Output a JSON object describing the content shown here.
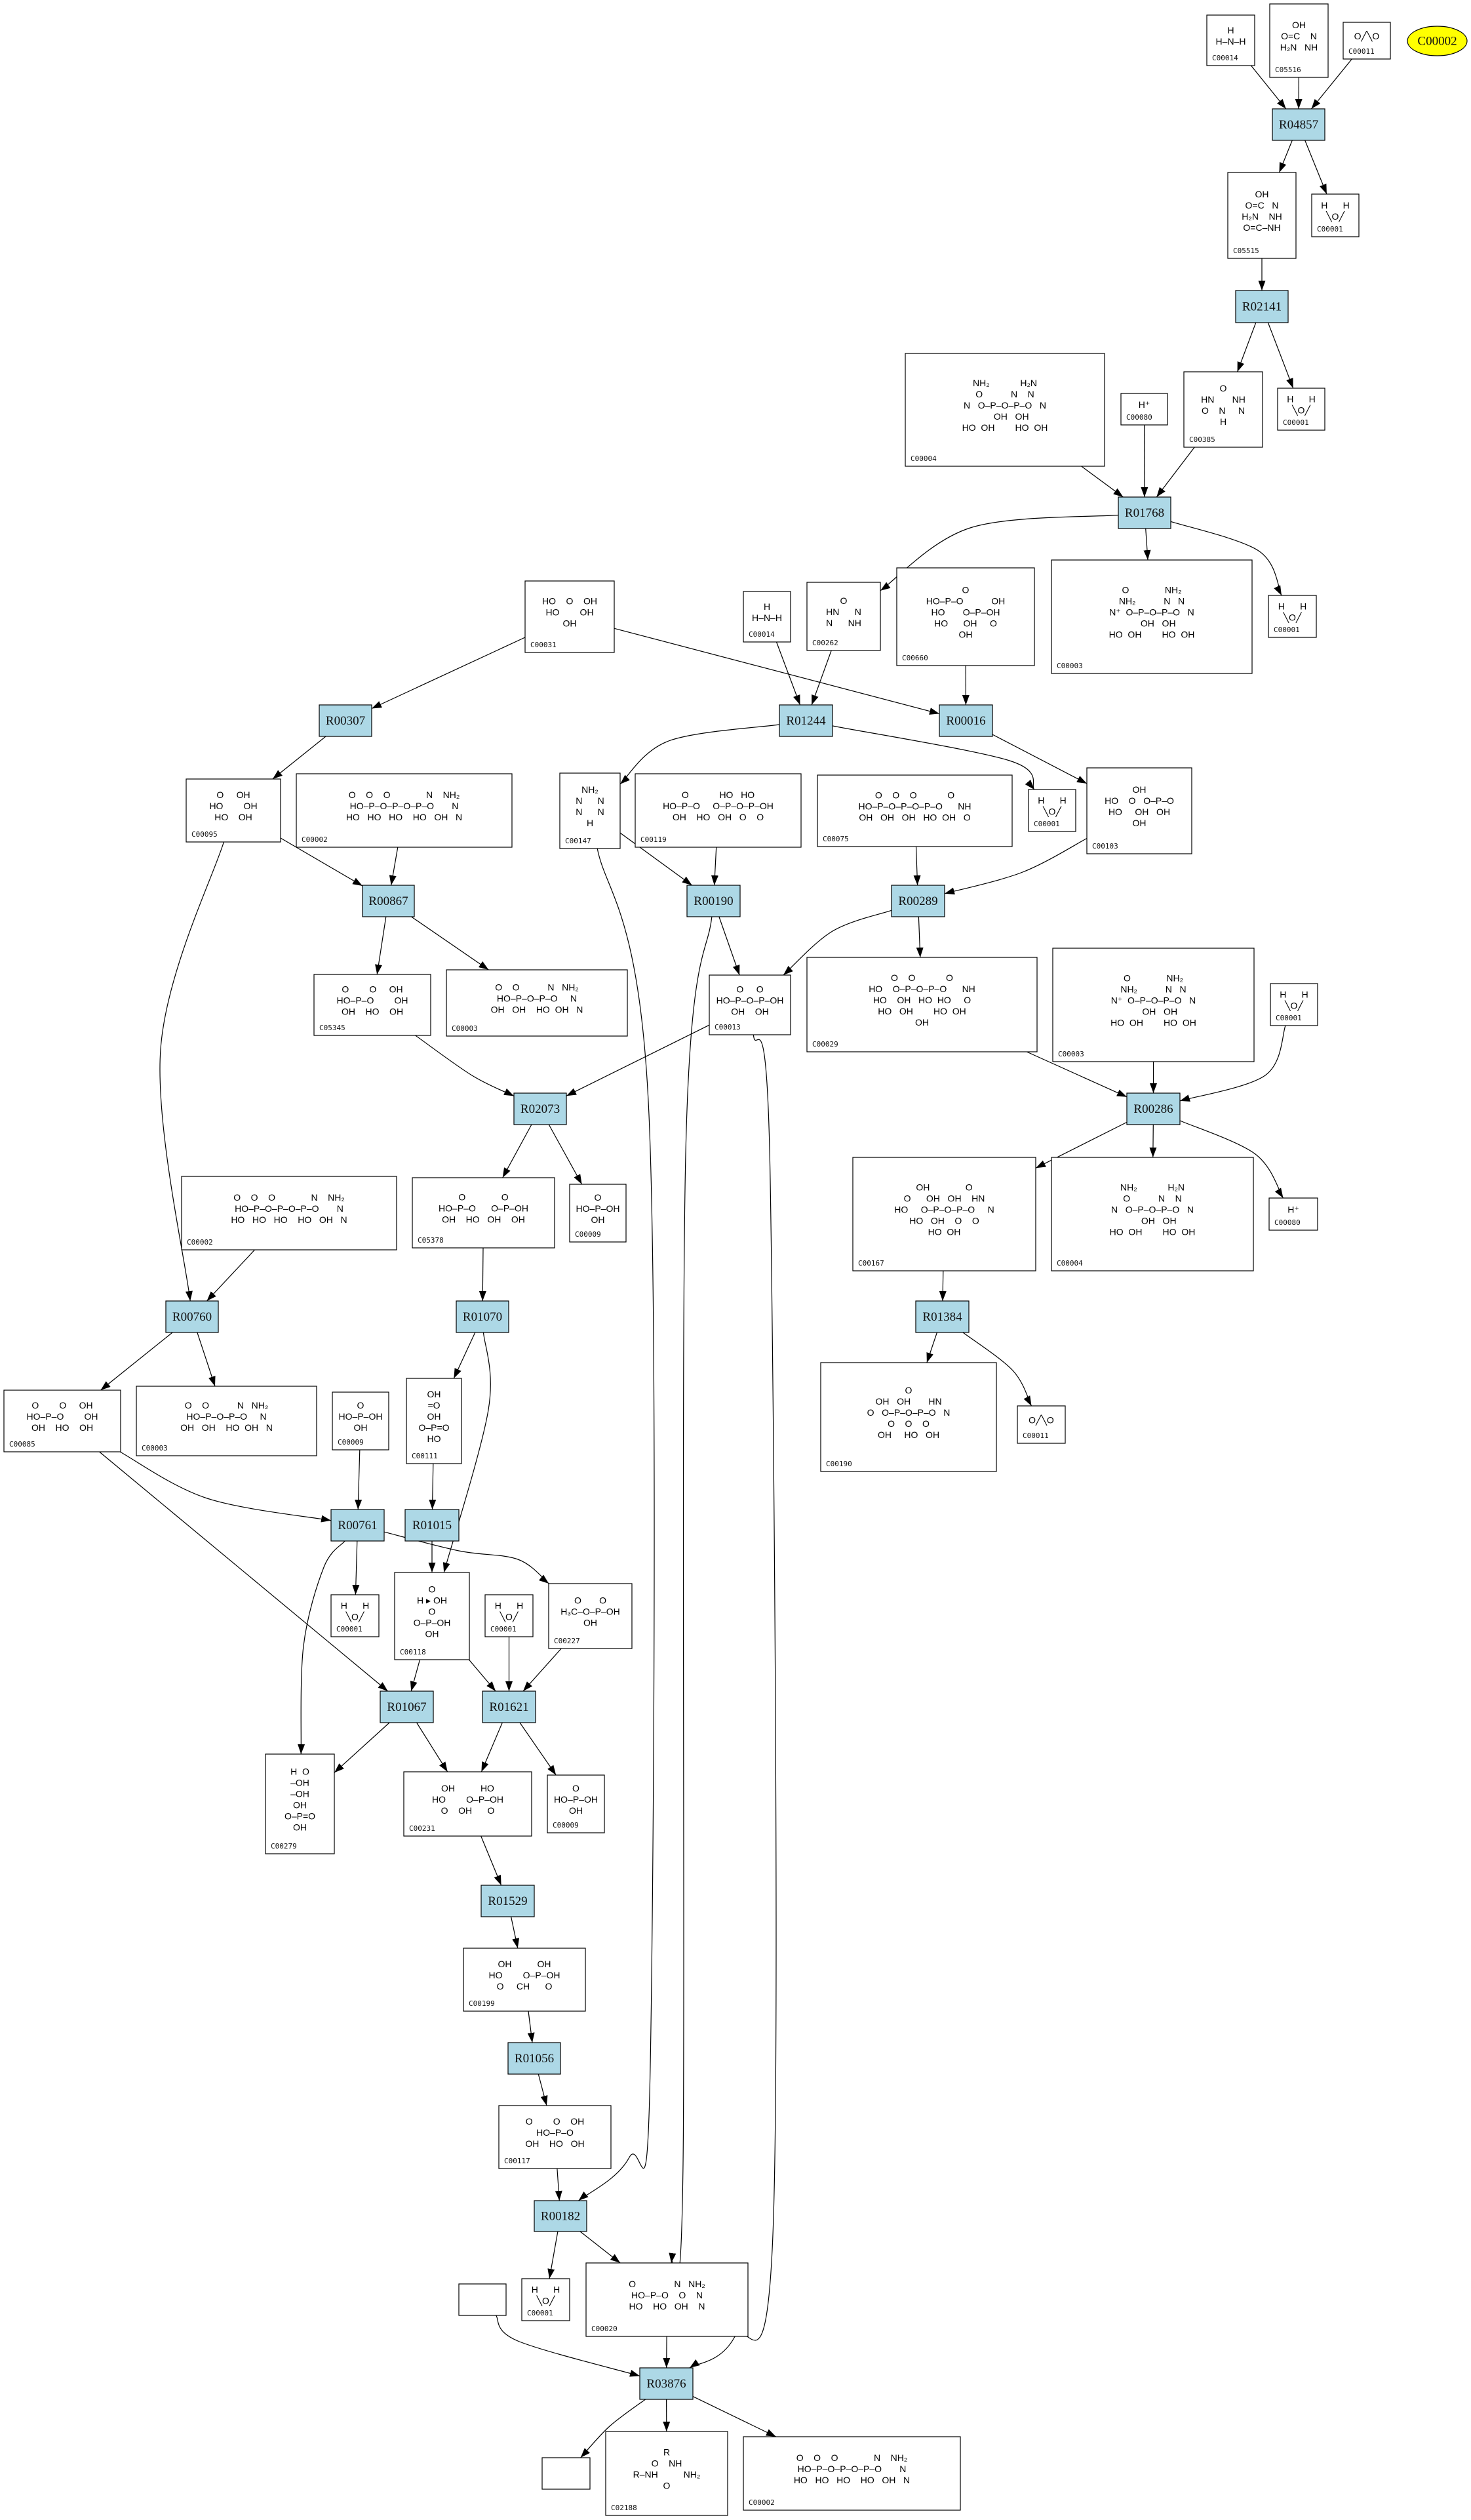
{
  "diagram": {
    "colors": {
      "reaction_fill": "#add8e6",
      "highlight_fill": "#ffff00",
      "compound_fill": "#ffffff",
      "stroke": "#000000"
    },
    "nodes": [
      {
        "label": "R04857",
        "type": "reaction"
      },
      {
        "label": "R02141",
        "type": "reaction"
      },
      {
        "label": "R01768",
        "type": "reaction"
      },
      {
        "label": "R00307",
        "type": "reaction"
      },
      {
        "label": "R01244",
        "type": "reaction"
      },
      {
        "label": "R00016",
        "type": "reaction"
      },
      {
        "label": "R00867",
        "type": "reaction"
      },
      {
        "label": "R00190",
        "type": "reaction"
      },
      {
        "label": "R00289",
        "type": "reaction"
      },
      {
        "label": "R02073",
        "type": "reaction"
      },
      {
        "label": "R00286",
        "type": "reaction"
      },
      {
        "label": "R00760",
        "type": "reaction"
      },
      {
        "label": "R01070",
        "type": "reaction"
      },
      {
        "label": "R01384",
        "type": "reaction"
      },
      {
        "label": "R00761",
        "type": "reaction"
      },
      {
        "label": "R01015",
        "type": "reaction"
      },
      {
        "label": "R01067",
        "type": "reaction"
      },
      {
        "label": "R01621",
        "type": "reaction"
      },
      {
        "label": "R01529",
        "type": "reaction"
      },
      {
        "label": "R01056",
        "type": "reaction"
      },
      {
        "label": "R00182",
        "type": "reaction"
      },
      {
        "label": "R03876",
        "type": "reaction"
      },
      {
        "label": "C00014",
        "type": "compound",
        "structure": [
          "H",
          "H–N–H"
        ]
      },
      {
        "label": "C05516",
        "type": "compound",
        "structure": [
          "OH",
          "O=C    N",
          "H₂N   NH"
        ]
      },
      {
        "label": "C00011",
        "type": "compound",
        "structure": [
          "O╱╲O"
        ]
      },
      {
        "label": "C00002",
        "type": "highlight"
      },
      {
        "label": "C05515",
        "type": "compound",
        "structure": [
          "OH",
          "O=C   N",
          "H₂N    NH",
          "O=C–NH"
        ]
      },
      {
        "label": "C00001",
        "type": "compound",
        "structure": [
          "H      H",
          "╲O╱"
        ]
      },
      {
        "label": "C00004",
        "type": "compound",
        "structure": [
          "NH₂            H₂N",
          "O           N    N",
          "N   O–P–O–P–O   N",
          "     OH   OH",
          "HO  OH        HO  OH"
        ]
      },
      {
        "label": "C00080",
        "type": "compound",
        "structure": [
          "H⁺"
        ]
      },
      {
        "label": "C00385",
        "type": "compound",
        "structure": [
          "O",
          "HN       NH",
          "O    N     N",
          "H"
        ]
      },
      {
        "label": "C00001",
        "type": "compound",
        "structure": [
          "H      H",
          "╲O╱"
        ]
      },
      {
        "label": "C00031",
        "type": "compound",
        "structure": [
          "HO    O    OH",
          "HO        OH",
          "OH"
        ]
      },
      {
        "label": "C00014",
        "type": "compound",
        "structure": [
          "H",
          "H–N–H"
        ]
      },
      {
        "label": "C00262",
        "type": "compound",
        "structure": [
          "O",
          "HN      N",
          "N      NH"
        ]
      },
      {
        "label": "C00660",
        "type": "compound",
        "structure": [
          "O",
          "HO–P–O           OH",
          "HO       O–P–OH",
          "HO      OH     O",
          "OH"
        ]
      },
      {
        "label": "C00003",
        "type": "compound",
        "structure": [
          "O              NH₂",
          "NH₂           N   N",
          "N⁺  O–P–O–P–O   N",
          "     OH   OH",
          "HO  OH        HO  OH"
        ]
      },
      {
        "label": "C00001",
        "type": "compound",
        "structure": [
          "H      H",
          "╲O╱"
        ]
      },
      {
        "label": "C00095",
        "type": "compound",
        "structure": [
          "O     OH",
          "HO        OH",
          "HO    OH"
        ]
      },
      {
        "label": "C00002",
        "type": "compound",
        "structure": [
          "O    O    O              N    NH₂",
          "HO–P–O–P–O–P–O       N",
          "HO   HO   HO    HO   OH   N"
        ]
      },
      {
        "label": "C00147",
        "type": "compound",
        "structure": [
          "NH₂",
          "N      N",
          "N      N",
          "H"
        ]
      },
      {
        "label": "C00119",
        "type": "compound",
        "structure": [
          "O            HO   HO",
          "HO–P–O     O–P–O–P–OH",
          "OH    HO   OH   O    O"
        ]
      },
      {
        "label": "C00075",
        "type": "compound",
        "structure": [
          "O    O    O            O",
          "HO–P–O–P–O–P–O      NH",
          "OH   OH   OH   HO  OH   O"
        ]
      },
      {
        "label": "C00001",
        "type": "compound",
        "structure": [
          "H      H",
          "╲O╱"
        ]
      },
      {
        "label": "C00103",
        "type": "compound",
        "structure": [
          "OH",
          "HO    O   O–P–O",
          "HO     OH   OH",
          "OH"
        ]
      },
      {
        "label": "C05345",
        "type": "compound",
        "structure": [
          "O        O     OH",
          "HO–P–O        OH",
          "OH    HO    OH"
        ]
      },
      {
        "label": "C00003",
        "type": "compound",
        "structure": [
          "O    O           N   NH₂",
          "HO–P–O–P–O     N",
          "OH   OH    HO  OH   N"
        ]
      },
      {
        "label": "C00013",
        "type": "compound",
        "structure": [
          "O     O",
          "HO–P–O–P–OH",
          "OH    OH"
        ]
      },
      {
        "label": "C00029",
        "type": "compound",
        "structure": [
          "O    O            O",
          "HO    O–P–O–P–O      NH",
          "HO    OH   HO  HO     O",
          "HO   OH        HO  OH",
          "OH"
        ]
      },
      {
        "label": "C00003",
        "type": "compound",
        "structure": [
          "O              NH₂",
          "NH₂           N   N",
          "N⁺  O–P–O–P–O   N",
          "     OH   OH",
          "HO  OH        HO  OH"
        ]
      },
      {
        "label": "C00001",
        "type": "compound",
        "structure": [
          "H      H",
          "╲O╱"
        ]
      },
      {
        "label": "C05378",
        "type": "compound",
        "structure": [
          "O              O",
          "HO–P–O      O–P–OH",
          "OH    HO   OH    OH"
        ]
      },
      {
        "label": "C00009",
        "type": "compound",
        "structure": [
          "O",
          "HO–P–OH",
          "OH"
        ]
      },
      {
        "label": "C00167",
        "type": "compound",
        "structure": [
          "OH              O",
          "O      OH   OH    HN",
          "HO     O–P–O–P–O     N",
          "HO   OH    O    O",
          "HO  OH"
        ]
      },
      {
        "label": "C00004",
        "type": "compound",
        "structure": [
          "NH₂            H₂N",
          "O           N    N",
          "N   O–P–O–P–O   N",
          "     OH   OH",
          "HO  OH        HO  OH"
        ]
      },
      {
        "label": "C00080",
        "type": "compound",
        "structure": [
          "H⁺"
        ]
      },
      {
        "label": "C00002",
        "type": "compound",
        "structure": [
          "O    O    O              N    NH₂",
          "HO–P–O–P–O–P–O       N",
          "HO   HO   HO    HO   OH   N"
        ]
      },
      {
        "label": "C00085",
        "type": "compound",
        "structure": [
          "O        O     OH",
          "HO–P–O        OH",
          "OH    HO    OH"
        ]
      },
      {
        "label": "C00003",
        "type": "compound",
        "structure": [
          "O    O           N   NH₂",
          "HO–P–O–P–O     N",
          "OH   OH    HO  OH   N"
        ]
      },
      {
        "label": "C00009",
        "type": "compound",
        "structure": [
          "O",
          "HO–P–OH",
          "OH"
        ]
      },
      {
        "label": "C00111",
        "type": "compound",
        "structure": [
          "OH",
          "=O",
          "OH",
          "O–P=O",
          "HO"
        ]
      },
      {
        "label": "C00190",
        "type": "compound",
        "structure": [
          "O",
          "OH   OH       HN",
          "O   O–P–O–P–O   N",
          "O    O    O",
          "OH     HO   OH"
        ]
      },
      {
        "label": "C00011",
        "type": "compound",
        "structure": [
          "O╱╲O"
        ]
      },
      {
        "label": "C00001",
        "type": "compound",
        "structure": [
          "H      H",
          "╲O╱"
        ]
      },
      {
        "label": "C00118",
        "type": "compound",
        "structure": [
          "O",
          "H ▸ OH",
          "O",
          "O–P–OH",
          "OH"
        ]
      },
      {
        "label": "C00001",
        "type": "compound",
        "structure": [
          "H      H",
          "╲O╱"
        ]
      },
      {
        "label": "C00227",
        "type": "compound",
        "structure": [
          "O       O",
          "H₃C–O–P–OH",
          "OH"
        ]
      },
      {
        "label": "C00279",
        "type": "compound",
        "structure": [
          "H  O",
          "–OH",
          "–OH",
          "OH",
          "O–P=O",
          "OH"
        ]
      },
      {
        "label": "C00231",
        "type": "compound",
        "structure": [
          "OH          HO",
          "HO        O–P–OH",
          "O    OH      O"
        ]
      },
      {
        "label": "C00009",
        "type": "compound",
        "structure": [
          "O",
          "HO–P–OH",
          "OH"
        ]
      },
      {
        "label": "C00199",
        "type": "compound",
        "structure": [
          "OH          OH",
          "HO        O–P–OH",
          "O     CH      O"
        ]
      },
      {
        "label": "C00117",
        "type": "compound",
        "structure": [
          "O        O    OH",
          "HO–P–O",
          "OH    HO   OH"
        ]
      },
      {
        "label": "C00001",
        "type": "compound",
        "structure": [
          "H      H",
          "╲O╱"
        ]
      },
      {
        "label": "C00020",
        "type": "compound",
        "structure": [
          "O               N   NH₂",
          "HO–P–O    O    N",
          "HO    HO   OH    N"
        ]
      },
      {
        "label": "",
        "type": "compound",
        "structure": []
      },
      {
        "label": "",
        "type": "compound",
        "structure": []
      },
      {
        "label": "C02188",
        "type": "compound",
        "structure": [
          "R",
          "O    NH",
          "R–NH          NH₂",
          "O"
        ]
      },
      {
        "label": "C00002",
        "type": "compound",
        "structure": [
          "O    O    O              N    NH₂",
          "HO–P–O–P–O–P–O       N",
          "HO   HO   HO    HO   OH   N"
        ]
      }
    ],
    "edges": [
      [
        22,
        0
      ],
      [
        23,
        0
      ],
      [
        24,
        0
      ],
      [
        0,
        26
      ],
      [
        0,
        27
      ],
      [
        26,
        1
      ],
      [
        1,
        30
      ],
      [
        1,
        31
      ],
      [
        28,
        2
      ],
      [
        29,
        2
      ],
      [
        30,
        2
      ],
      [
        2,
        34
      ],
      [
        2,
        36
      ],
      [
        2,
        37
      ],
      [
        32,
        3
      ],
      [
        32,
        5
      ],
      [
        33,
        4
      ],
      [
        34,
        4
      ],
      [
        35,
        5
      ],
      [
        3,
        38
      ],
      [
        4,
        40
      ],
      [
        4,
        43
      ],
      [
        5,
        44
      ],
      [
        38,
        6
      ],
      [
        39,
        6
      ],
      [
        38,
        11
      ],
      [
        6,
        45
      ],
      [
        6,
        46
      ],
      [
        40,
        7
      ],
      [
        41,
        7
      ],
      [
        40,
        20
      ],
      [
        7,
        47
      ],
      [
        7,
        73
      ],
      [
        42,
        8
      ],
      [
        44,
        8
      ],
      [
        8,
        47
      ],
      [
        8,
        48
      ],
      [
        47,
        9
      ],
      [
        45,
        9
      ],
      [
        47,
        21
      ],
      [
        48,
        10
      ],
      [
        49,
        10
      ],
      [
        50,
        10
      ],
      [
        10,
        53
      ],
      [
        10,
        54
      ],
      [
        10,
        55
      ],
      [
        53,
        13
      ],
      [
        13,
        61
      ],
      [
        13,
        62
      ],
      [
        9,
        51
      ],
      [
        9,
        52
      ],
      [
        56,
        11
      ],
      [
        11,
        57
      ],
      [
        11,
        58
      ],
      [
        51,
        12
      ],
      [
        12,
        60
      ],
      [
        12,
        64
      ],
      [
        57,
        14
      ],
      [
        59,
        14
      ],
      [
        57,
        16
      ],
      [
        14,
        63
      ],
      [
        14,
        66
      ],
      [
        14,
        67
      ],
      [
        60,
        15
      ],
      [
        15,
        64
      ],
      [
        64,
        16
      ],
      [
        64,
        17
      ],
      [
        65,
        17
      ],
      [
        66,
        17
      ],
      [
        16,
        67
      ],
      [
        16,
        68
      ],
      [
        17,
        68
      ],
      [
        17,
        69
      ],
      [
        68,
        18
      ],
      [
        18,
        70
      ],
      [
        70,
        19
      ],
      [
        19,
        71
      ],
      [
        71,
        20
      ],
      [
        20,
        72
      ],
      [
        20,
        73
      ],
      [
        73,
        21
      ],
      [
        74,
        21
      ],
      [
        21,
        75
      ],
      [
        21,
        76
      ],
      [
        21,
        77
      ]
    ]
  }
}
